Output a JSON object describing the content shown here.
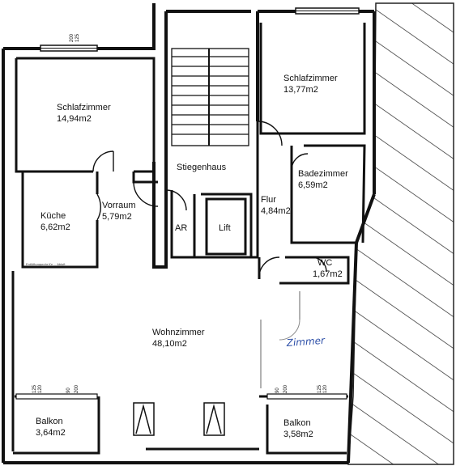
{
  "rooms": {
    "schlafzimmer_left": {
      "name": "Schlafzimmer",
      "area": "14,94m2"
    },
    "schlafzimmer_right": {
      "name": "Schlafzimmer",
      "area": "13,77m2"
    },
    "stiegenhaus": {
      "name": "Stiegenhaus"
    },
    "kueche": {
      "name": "Küche",
      "area": "6,62m2"
    },
    "vorraum": {
      "name": "Vorraum",
      "area": "5,79m2"
    },
    "ar": {
      "name": "AR"
    },
    "lift": {
      "name": "Lift"
    },
    "flur": {
      "name": "Flur",
      "area": "4,84m2"
    },
    "badezimmer": {
      "name": "Badezimmer",
      "area": "6,59m2"
    },
    "wc": {
      "name": "WC",
      "area": "1,67m2"
    },
    "wohnzimmer": {
      "name": "Wohnzimmer",
      "area": "48,10m2"
    },
    "balkon_left": {
      "name": "Balkon",
      "area": "3,64m2"
    },
    "balkon_right": {
      "name": "Balkon",
      "area": "3,58m2"
    }
  },
  "window_dims": {
    "top_left": [
      "200",
      "125"
    ],
    "left_lower_a": [
      "125",
      "120"
    ],
    "left_lower_b": [
      "90",
      "200"
    ],
    "right_lower_a": [
      "90",
      "200"
    ],
    "right_lower_b": [
      "125",
      "120"
    ]
  },
  "annotations": {
    "kitchen_note": "Entlüftungsrohr für ... Abluft",
    "handwritten": "Zimmer"
  }
}
